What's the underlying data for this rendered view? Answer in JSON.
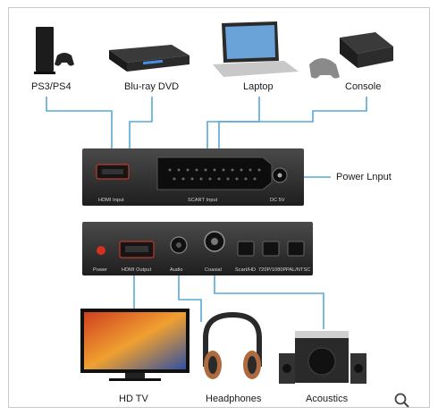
{
  "devices_top": [
    {
      "label": "PS3/PS4",
      "icon": "game-console-icon"
    },
    {
      "label": "Blu-ray DVD",
      "icon": "bluray-player-icon"
    },
    {
      "label": "Laptop",
      "icon": "laptop-icon"
    },
    {
      "label": "Console",
      "icon": "retro-console-icon"
    }
  ],
  "devices_bottom": [
    {
      "label": "HD TV",
      "icon": "tv-icon"
    },
    {
      "label": "Headphones",
      "icon": "headphones-icon"
    },
    {
      "label": "Acoustics",
      "icon": "speakers-icon"
    }
  ],
  "power_input_label": "Power Lnput",
  "front_panel": {
    "hdmi_input": "HDMI Input",
    "scart_input": "SCART Input",
    "dc": "DC 5V"
  },
  "back_panel": {
    "power": "Power",
    "hdmi_output": "HDMI Output",
    "audio": "Audio",
    "coaxial": "Coaxial",
    "scart_hd": "Scart/HD",
    "res": "720P/1080P",
    "pal": "PAL/NTSC"
  },
  "colors": {
    "connector_line": "#5aa8d6",
    "device_box": "#2b2b2b",
    "accent_hdmi": "#c0392b"
  },
  "toolbar": {
    "zoom_icon": "zoom-search-icon"
  }
}
